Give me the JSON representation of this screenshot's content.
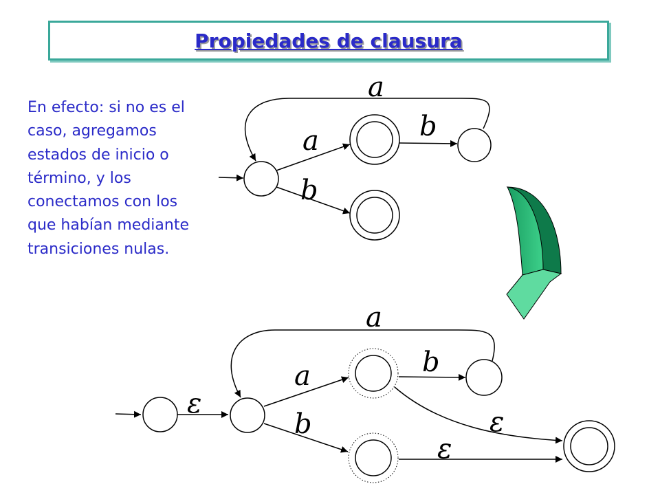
{
  "title": "Propiedades de clausura",
  "paragraph": "En efecto: si no es el caso, agregamos estados de inicio o término, y los conectamos con los que habían mediante transiciones nulas.",
  "colors": {
    "text_blue": "#2a2ac8",
    "frame_teal": "#3aa89a",
    "arrow_green": "#22b573",
    "arrow_light": "#5fdba0"
  },
  "top_diagram": {
    "labels": {
      "a_loop": "a",
      "a_edge": "a",
      "b_edge1": "b",
      "b_edge2": "b"
    }
  },
  "bottom_diagram": {
    "labels": {
      "eps_start": "ε",
      "a_loop": "a",
      "a_edge": "a",
      "b_edge1": "b",
      "b_edge2": "b",
      "eps_1": "ε",
      "eps_2": "ε"
    }
  },
  "transform_arrow": "down-left-curved-arrow"
}
